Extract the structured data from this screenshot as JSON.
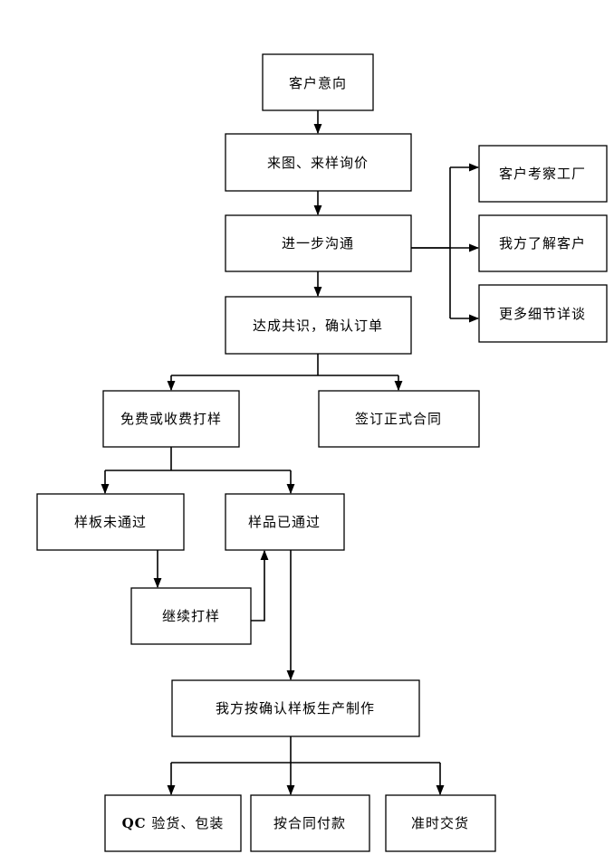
{
  "nodes": {
    "customer_intent": "客户意向",
    "inquiry": "来图、来样询价",
    "further_communication": "进一步沟通",
    "customer_visit_factory": "客户考察工厂",
    "we_understand_customer": "我方了解客户",
    "more_details": "更多细节详谈",
    "consensus_confirm_order": "达成共识，确认订单",
    "sampling": "免费或收费打样",
    "sign_contract": "签订正式合同",
    "sample_failed": "样板未通过",
    "sample_passed": "样品已通过",
    "continue_sampling": "继续打样",
    "production": "我方按确认样板生产制作",
    "qc_prefix": "QC",
    "qc_rest": " 验货、包装",
    "payment": "按合同付款",
    "delivery": "准时交货"
  }
}
